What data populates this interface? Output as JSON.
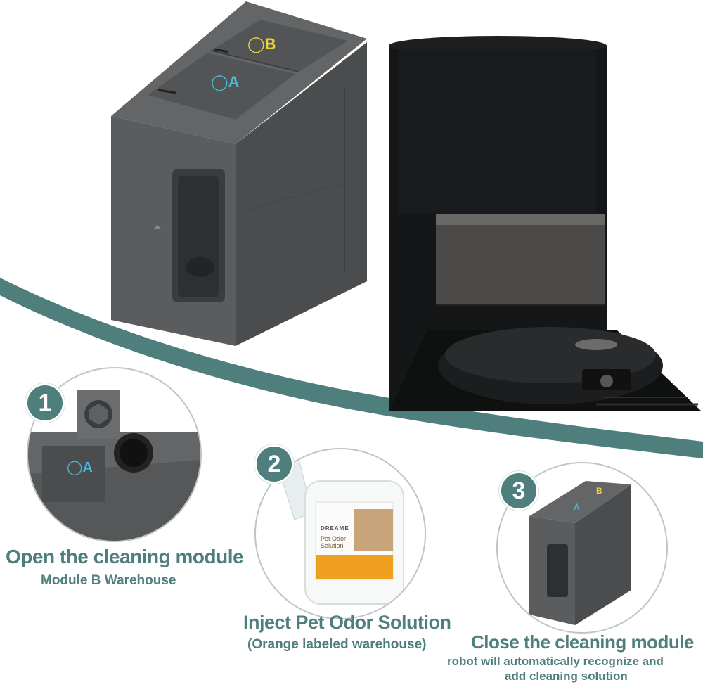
{
  "module_top": {
    "label_a": "A",
    "label_b": "B"
  },
  "steps": [
    {
      "number": "1",
      "title": "Open the cleaning module",
      "subtitle": "Module B Warehouse",
      "lid_label": "A"
    },
    {
      "number": "2",
      "title": "Inject Pet Odor Solution",
      "subtitle": "(Orange labeled warehouse)",
      "bottle_brand": "DREAME",
      "bottle_product": "Pet Odor Solution"
    },
    {
      "number": "3",
      "title": "Close the cleaning module",
      "subtitle_line1": "robot will automatically recognize and",
      "subtitle_line2": "add cleaning solution",
      "label_a": "A",
      "label_b": "B"
    }
  ],
  "colors": {
    "accent": "#4e7f7d",
    "module_gray": "#555759",
    "label_a": "#4db8d9",
    "label_b": "#e8d535",
    "bottle_orange": "#f0a020"
  }
}
